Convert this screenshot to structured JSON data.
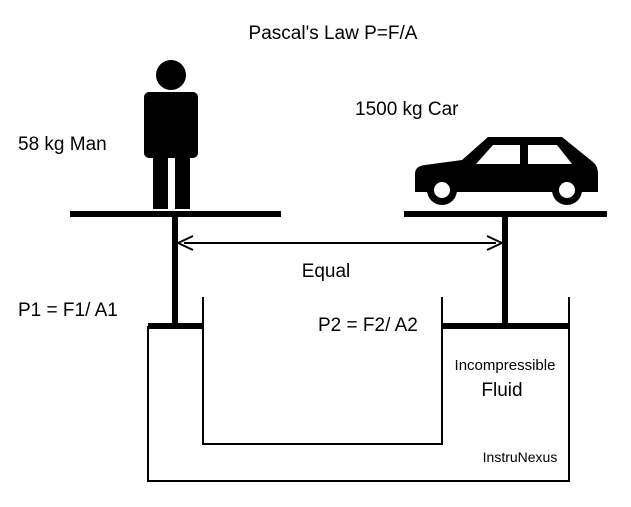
{
  "title": "Pascal's Law P=F/A",
  "labels": {
    "man": "58 kg Man",
    "car": "1500 kg Car",
    "equal": "Equal",
    "p1": "P1 = F1/ A1",
    "p2": "P2 = F2/ A2",
    "fluid_line1": "Incompressible",
    "fluid_line2": "Fluid",
    "watermark": "InstruNexus"
  },
  "icons": {
    "man": "person-icon",
    "car": "car-icon"
  },
  "colors": {
    "ink": "#000000",
    "background": "#ffffff"
  }
}
